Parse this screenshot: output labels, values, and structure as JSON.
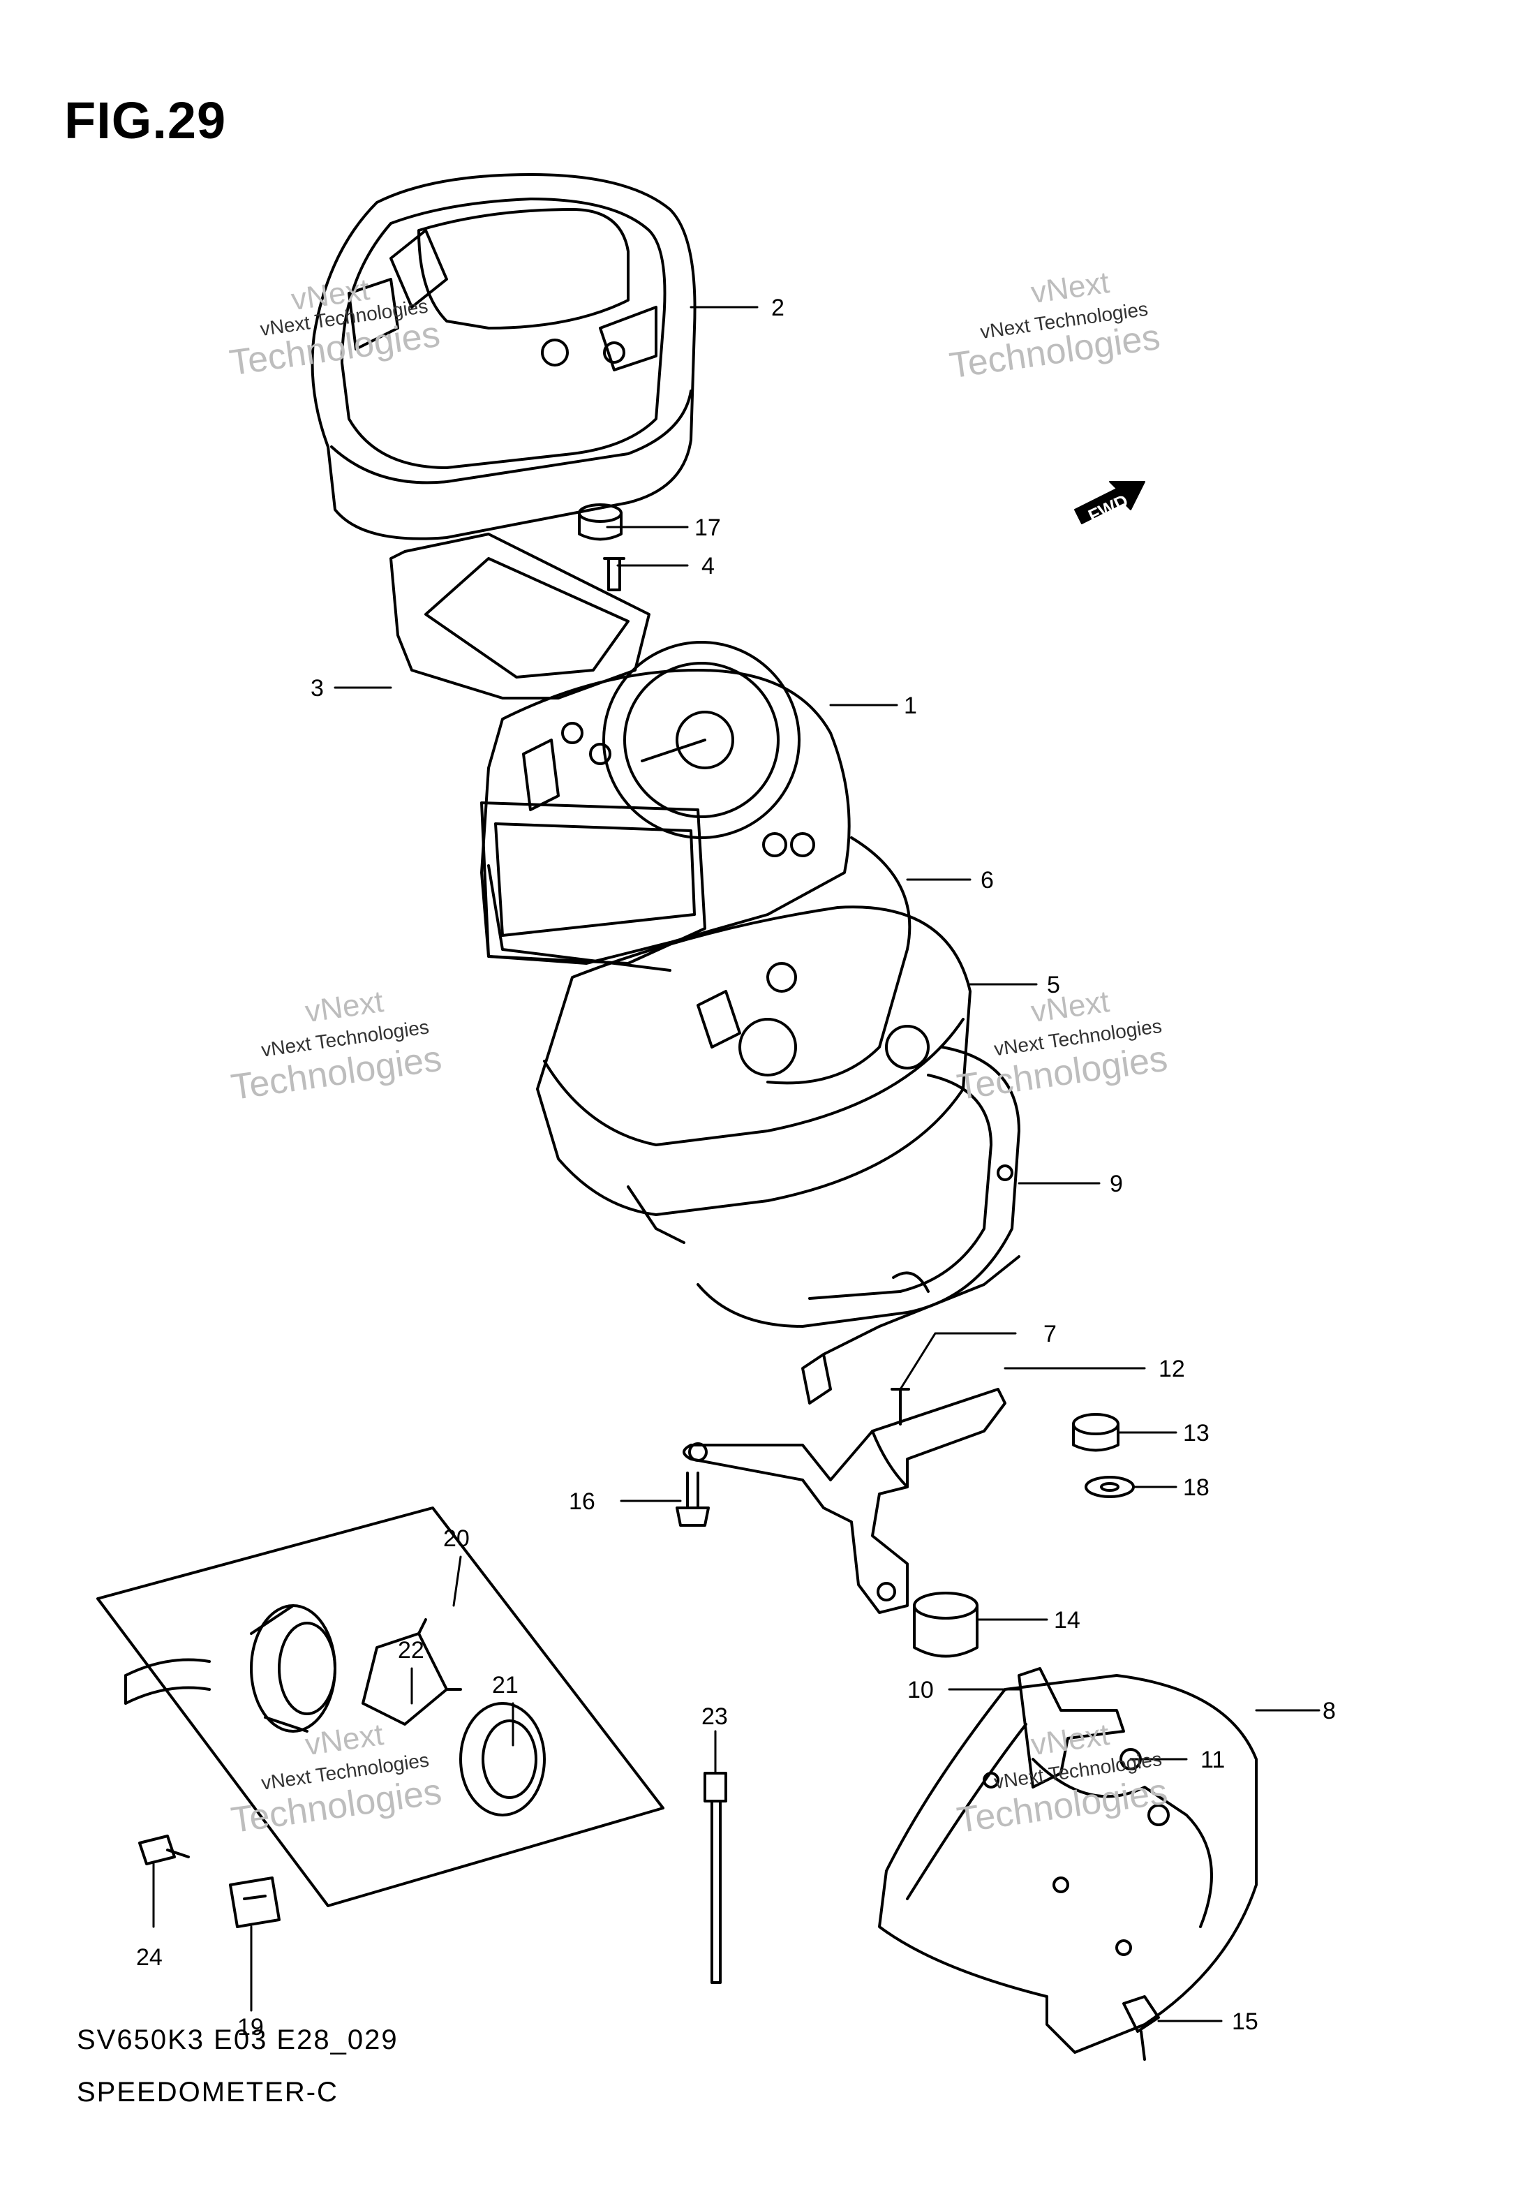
{
  "figure": {
    "title": "FIG.29",
    "model_code": "SV650K3 E03 E28_029",
    "section_name": "SPEEDOMETER-C"
  },
  "direction_tag": "FWD",
  "watermarks": [
    {
      "line1": "vNext",
      "line2": "vNext Technologies",
      "line3": "Technologies"
    },
    {
      "line1": "vNext",
      "line2": "vNext Technologies",
      "line3": "Technologies"
    },
    {
      "line1": "vNext",
      "line2": "vNext Technologies",
      "line3": "Technologies"
    },
    {
      "line1": "vNext",
      "line2": "vNext Technologies",
      "line3": "Technologies"
    },
    {
      "line1": "vNext",
      "line2": "vNext Technologies",
      "line3": "Technologies"
    },
    {
      "line1": "vNext",
      "line2": "vNext Technologies",
      "line3": "Technologies"
    }
  ],
  "callouts": [
    "1",
    "2",
    "3",
    "4",
    "5",
    "6",
    "7",
    "8",
    "9",
    "10",
    "11",
    "12",
    "13",
    "14",
    "15",
    "16",
    "17",
    "18",
    "19",
    "20",
    "21",
    "22",
    "23",
    "24"
  ],
  "colors": {
    "line": "#000000",
    "watermark": "#c8c8c8"
  }
}
